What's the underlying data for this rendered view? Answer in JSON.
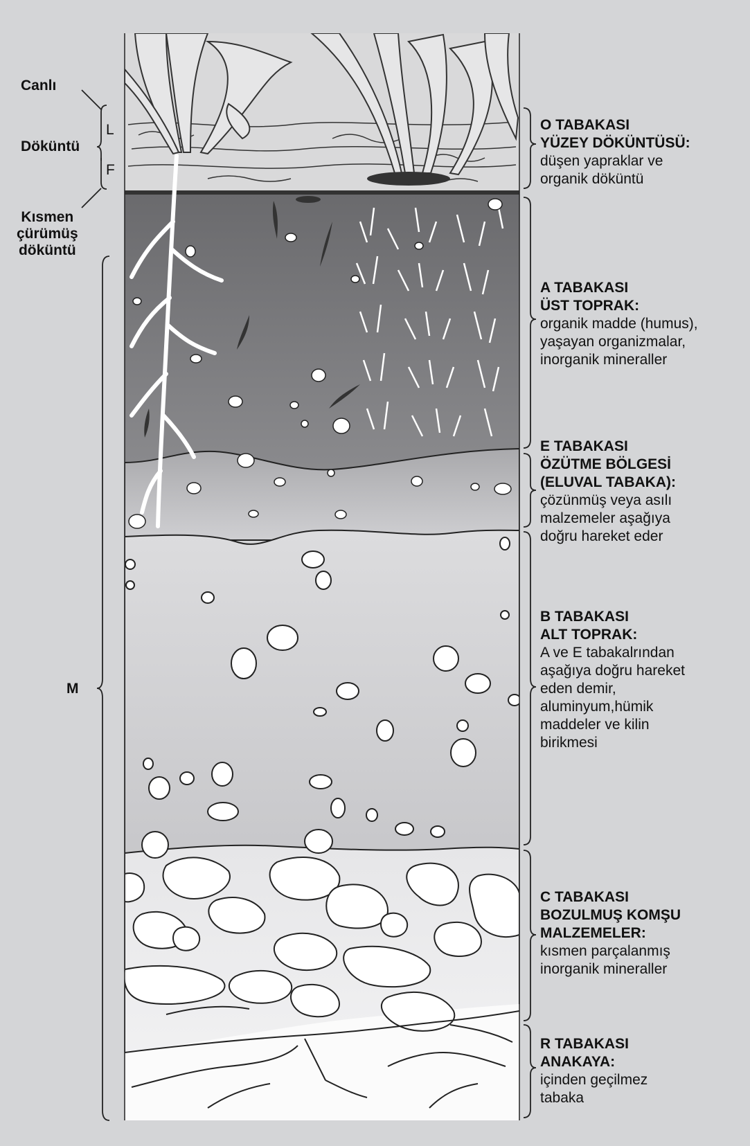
{
  "left_labels": {
    "canli": "Canlı",
    "dokuntu": "Döküntü",
    "l": "L",
    "f": "F",
    "kismen": "Kısmen\nçürümüş\ndöküntü",
    "m": "M"
  },
  "layers": [
    {
      "key": "o",
      "title": "O TABAKASI\nYÜZEY DÖKÜNTÜSÜ:",
      "desc": "düşen yapraklar ve\norganik döküntü"
    },
    {
      "key": "a",
      "title": "A TABAKASI\nÜST TOPRAK:",
      "desc": "organik madde (humus),\nyaşayan organizmalar,\ninorganik mineraller"
    },
    {
      "key": "e",
      "title": "E TABAKASI\nÖZÜTME BÖLGESİ\n(ELUVAL TABAKA):",
      "desc": "çözünmüş veya asılı\nmalzemeler aşağıya\ndoğru hareket eder"
    },
    {
      "key": "b",
      "title": "B TABAKASI\nALT TOPRAK:",
      "desc": "A ve E tabakalrından\naşağıya doğru hareket\neden demir,\naluminyum,hümik\nmaddeler ve kilin\nbirikmesi"
    },
    {
      "key": "c",
      "title": "C TABAKASI\nBOZULMUŞ KOMŞU\nMALZEMELER:",
      "desc": "kısmen parçalanmış\ninorganik mineraller"
    },
    {
      "key": "r",
      "title": "R TABAKASI\nANAKAYA:",
      "desc": "içinden geçilmez\ntabaka"
    }
  ],
  "colors": {
    "background": "#d4d5d7",
    "o_layer": "#d8d8d8",
    "a_layer": "#6f6f72",
    "e_layer": "#b4b4b7",
    "b_layer": "#dedfe1",
    "c_layer": "#eeeeef",
    "r_layer": "#fbfbfb"
  }
}
